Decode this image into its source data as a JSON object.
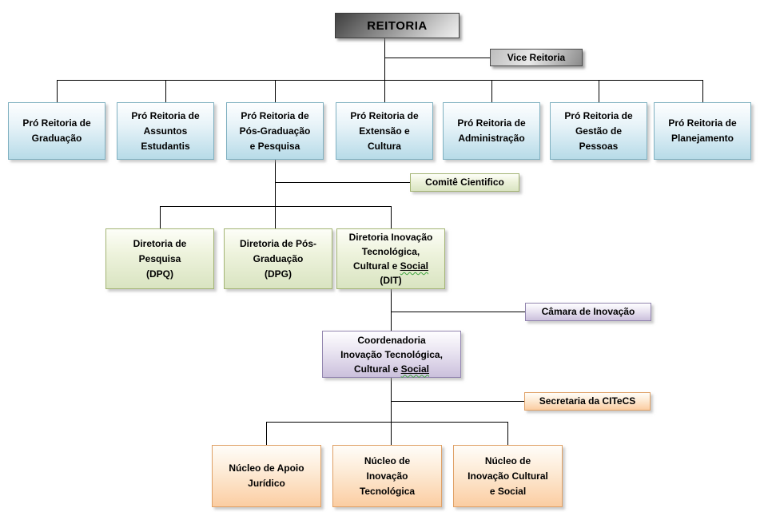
{
  "diagram": {
    "root": {
      "label": "REITORIA"
    },
    "vice": {
      "label": "Vice Reitoria"
    },
    "pro_reitorias": [
      {
        "label": "Pró Reitoria de\nGraduação"
      },
      {
        "label": "Pró Reitoria de\nAssuntos\nEstudantis"
      },
      {
        "label": "Pró Reitoria de\nPós-Graduação\ne Pesquisa"
      },
      {
        "label": "Pró Reitoria de\nExtensão e\nCultura"
      },
      {
        "label": "Pró Reitoria de\nAdministração"
      },
      {
        "label": "Pró Reitoria de\nGestão de\nPessoas"
      },
      {
        "label": "Pró Reitoria de\nPlanejamento"
      }
    ],
    "comite": {
      "label": "Comitê Cientifico"
    },
    "diretorias": [
      {
        "label": "Diretoria de\nPesquisa\n(DPQ)"
      },
      {
        "label": "Diretoria de Pós-\nGraduação\n(DPG)"
      },
      {
        "label_pre": "Diretoria Inovação\nTecnológica,\nCultural e ",
        "label_social": "Social",
        "label_post": "\n(DIT)"
      }
    ],
    "camara": {
      "label": "Câmara de Inovação"
    },
    "coordenadoria": {
      "label_pre": "Coordenadoria\nInovação Tecnológica,\nCultural e ",
      "label_social": "Social"
    },
    "secretaria": {
      "label": "Secretaria da CITeCS"
    },
    "nucleos": [
      {
        "label": "Núcleo de Apoio\nJurídico"
      },
      {
        "label": "Núcleo de\nInovação\nTecnológica"
      },
      {
        "label": "Núcleo de\nInovação Cultural\ne Social"
      }
    ],
    "colors": {
      "background": "#ffffff",
      "connector": "#000000",
      "root_gray_dark": "#3f3f3f",
      "root_gray_light": "#efefef",
      "blue_fill_bottom": "#b7dbe8",
      "blue_border": "#7fb0c0",
      "green_fill_bottom": "#d9e4c1",
      "green_border": "#a3b474",
      "purple_fill_bottom": "#cbc0dc",
      "purple_border": "#9184ae",
      "orange_fill_bottom": "#fbcda2",
      "orange_border": "#dfa065",
      "spellcheck_wavy": "#3da63d"
    }
  }
}
